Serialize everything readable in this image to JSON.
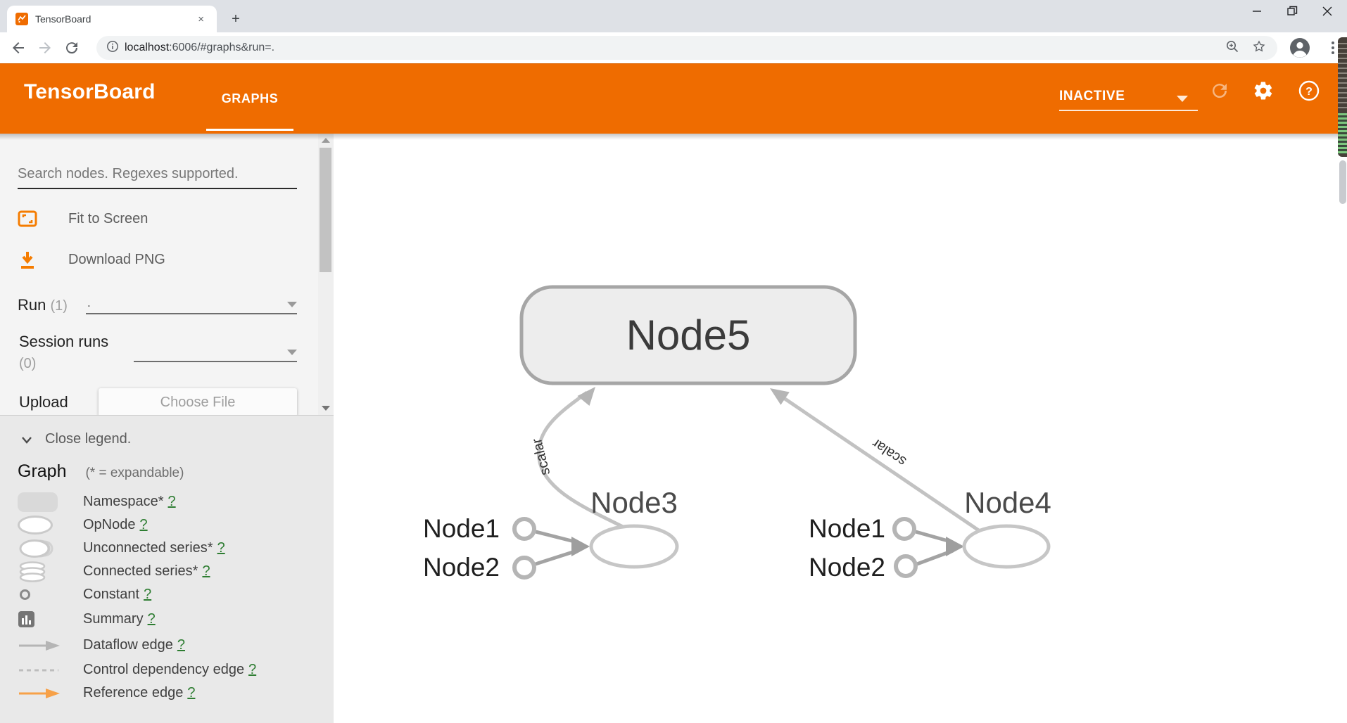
{
  "browser": {
    "tab": {
      "title": "TensorBoard",
      "close": "×",
      "new_tab": "+"
    },
    "window_controls": {
      "minimize": "—",
      "maximize": "❐",
      "close": "✕"
    },
    "url": {
      "host": "localhost",
      "rest": ":6006/#graphs&run=."
    }
  },
  "header": {
    "brand": "TensorBoard",
    "nav_tab": "GRAPHS",
    "status": "INACTIVE"
  },
  "sidebar": {
    "search_placeholder": "Search nodes. Regexes supported.",
    "fit_to_screen": "Fit to Screen",
    "download_png": "Download PNG",
    "run": {
      "label": "Run",
      "count": "(1)",
      "value": "."
    },
    "session": {
      "label": "Session runs",
      "count": "(0)",
      "value": ""
    },
    "upload": {
      "label": "Upload",
      "button": "Choose File"
    }
  },
  "legend": {
    "toggle": "Close legend.",
    "title": "Graph",
    "note": "(* = expandable)",
    "help": "?",
    "items": [
      {
        "icon": "namespace-icon",
        "label": "Namespace*"
      },
      {
        "icon": "opnode-icon",
        "label": "OpNode"
      },
      {
        "icon": "unconnected-series-icon",
        "label": "Unconnected series*"
      },
      {
        "icon": "connected-series-icon",
        "label": "Connected series*"
      },
      {
        "icon": "constant-icon",
        "label": "Constant"
      },
      {
        "icon": "summary-icon",
        "label": "Summary"
      },
      {
        "icon": "dataflow-edge-icon",
        "label": "Dataflow edge"
      },
      {
        "icon": "control-dependency-edge-icon",
        "label": "Control dependency edge"
      },
      {
        "icon": "reference-edge-icon",
        "label": "Reference edge"
      }
    ]
  },
  "graph": {
    "node5": "Node5",
    "node3": "Node3",
    "node4": "Node4",
    "left": {
      "input1": "Node1",
      "input2": "Node2",
      "edge_label": "scalar"
    },
    "right": {
      "input1": "Node1",
      "input2": "Node2",
      "edge_label": "scalar"
    }
  },
  "colors": {
    "accent": "#ef6c00",
    "reference_edge": "#f57c00",
    "edge": "#c2c2c2"
  }
}
